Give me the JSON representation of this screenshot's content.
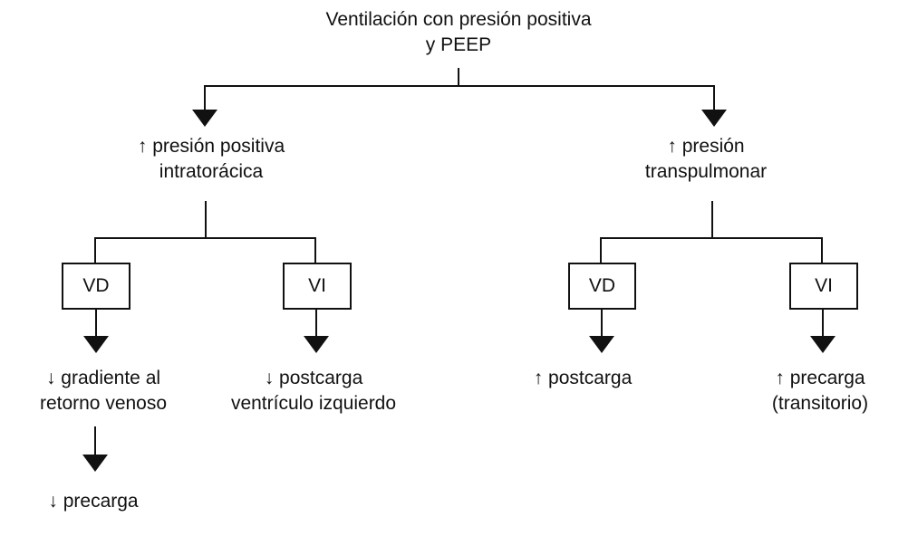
{
  "diagram": {
    "title": "Ventilación con presión positiva\ny PEEP",
    "colors": {
      "ink": "#111111",
      "background": "#ffffff"
    },
    "branches": [
      {
        "id": "intrathoracic-pressure",
        "label": "↑ presión positiva\nintratorácica",
        "children": [
          {
            "box": "VD",
            "effect": "↓ gradiente al\nretorno venoso",
            "consequence": "↓ precarga"
          },
          {
            "box": "VI",
            "effect": "↓ postcarga\nventrículo izquierdo"
          }
        ]
      },
      {
        "id": "transpulmonary-pressure",
        "label": "↑ presión\ntranspulmonar",
        "children": [
          {
            "box": "VD",
            "effect": "↑ postcarga"
          },
          {
            "box": "VI",
            "effect": "↑ precarga\n(transitorio)"
          }
        ]
      }
    ]
  }
}
